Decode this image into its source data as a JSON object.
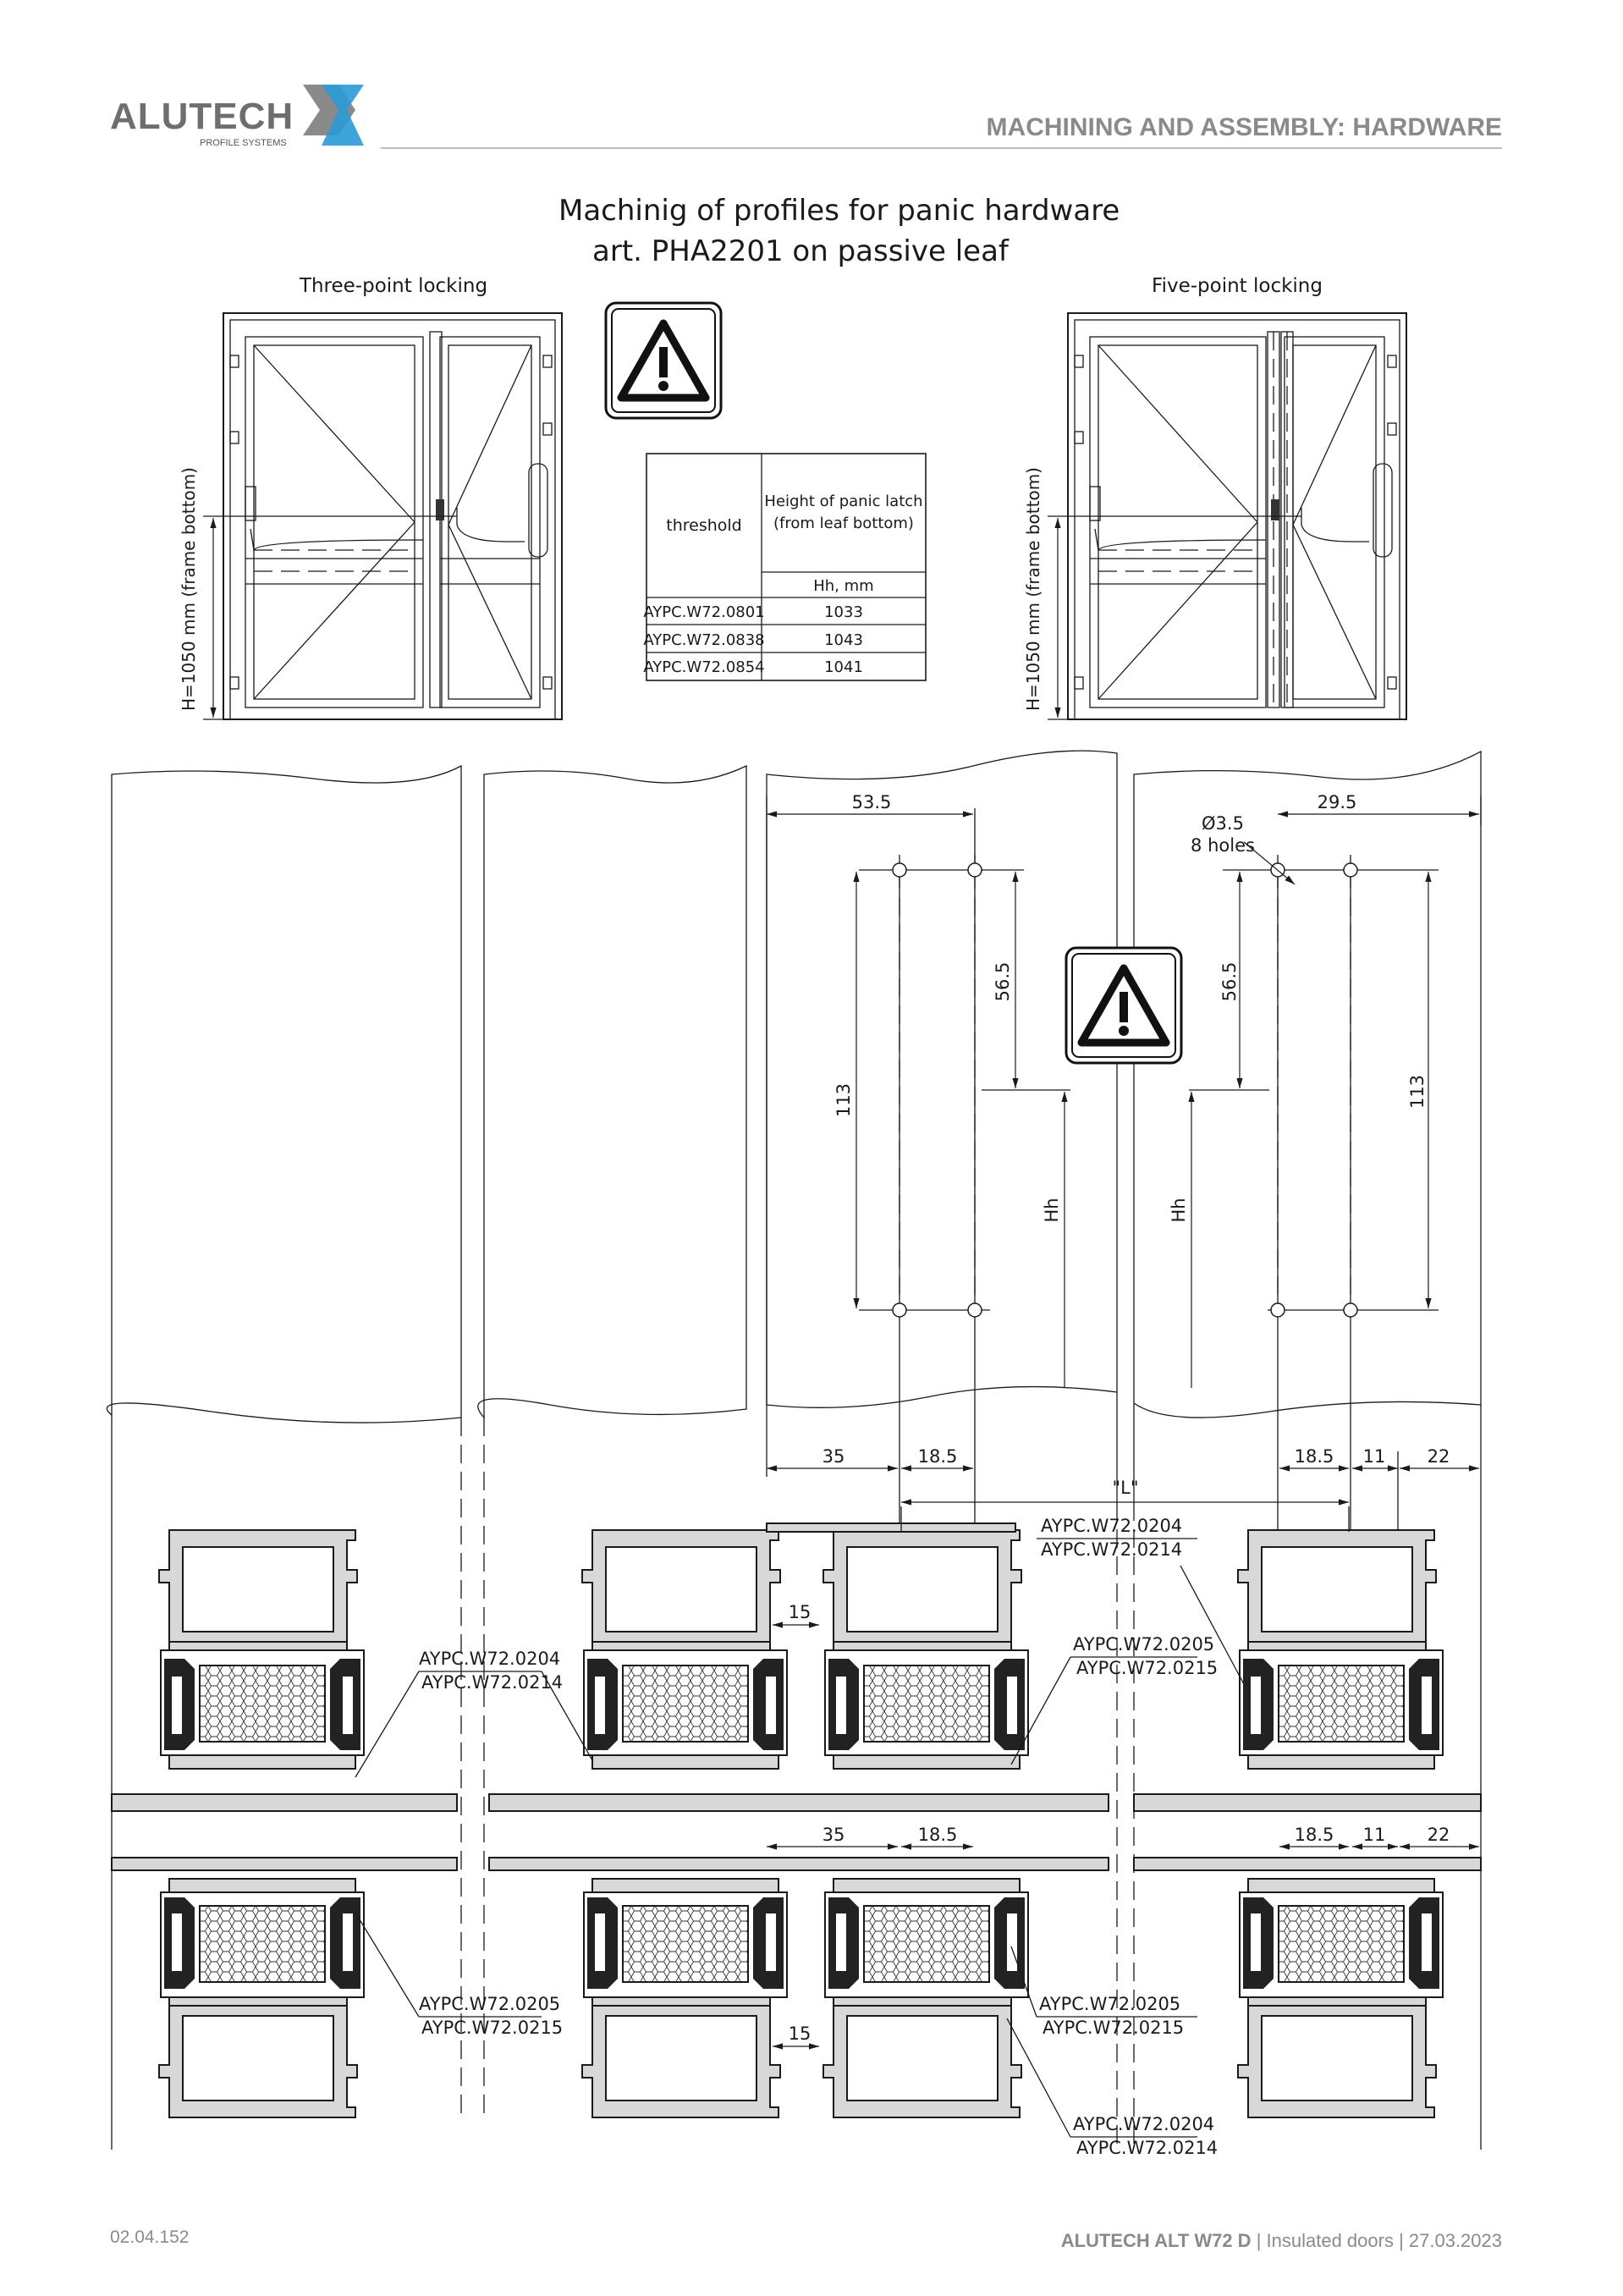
{
  "header": {
    "logo_text": "ALUTECH",
    "logo_sub": "PROFILE SYSTEMS",
    "section_title": "MACHINING AND ASSEMBLY: HARDWARE",
    "accent_color": "#2a9ad6"
  },
  "title": {
    "line1": "Machinig of profiles for panic hardware",
    "line2": "art. PHA2201 on passive leaf"
  },
  "door_left": {
    "caption": "Three-point locking",
    "height_label": "H=1050 mm (frame bottom)"
  },
  "door_right": {
    "caption": "Five-point locking",
    "height_label": "H=1050 mm (frame bottom)"
  },
  "table": {
    "col1_header": "threshold",
    "col2_header_line1": "Height of panic latch",
    "col2_header_line2": "(from leaf bottom)",
    "col2_unit": "Hh, mm",
    "rows": [
      {
        "profile": "AYPC.W72.0801",
        "value": "1033"
      },
      {
        "profile": "AYPC.W72.0838",
        "value": "1043"
      },
      {
        "profile": "AYPC.W72.0854",
        "value": "1041"
      }
    ]
  },
  "dimensions": {
    "d_53_5": "53.5",
    "d_29_5": "29.5",
    "hole_dia": "Ø3.5",
    "hole_count": "8 holes",
    "d_56_5_a": "56.5",
    "d_56_5_b": "56.5",
    "d_113_a": "113",
    "d_113_b": "113",
    "hh_a": "Hh",
    "hh_b": "Hh",
    "d_35_top": "35",
    "d_18_5_top_a": "18.5",
    "d_18_5_top_b": "18.5",
    "d_11_top": "11",
    "d_22_top": "22",
    "d_L": "\"L\"",
    "d_15_top": "15",
    "d_35_bot": "35",
    "d_18_5_bot_a": "18.5",
    "d_18_5_bot_b": "18.5",
    "d_11_bot": "11",
    "d_22_bot": "22",
    "d_15_bot": "15"
  },
  "labels": {
    "top_mid_right_1": "AYPC.W72.0204",
    "top_mid_right_2": "AYPC.W72.0214",
    "top_left_1": "AYPC.W72.0204",
    "top_left_2": "AYPC.W72.0214",
    "top_mid_1": "AYPC.W72.0205",
    "top_mid_2": "AYPC.W72.0215",
    "bot_left_1": "AYPC.W72.0205",
    "bot_left_2": "AYPC.W72.0215",
    "bot_mid_1": "AYPC.W72.0205",
    "bot_mid_2": "AYPC.W72.0215",
    "bot_low_1": "AYPC.W72.0204",
    "bot_low_2": "AYPC.W72.0214"
  },
  "footer": {
    "page_code": "02.04.152",
    "product_bold": "ALUTECH ALT W72 D",
    "product_rest": " | Insulated doors | 27.03.2023"
  }
}
